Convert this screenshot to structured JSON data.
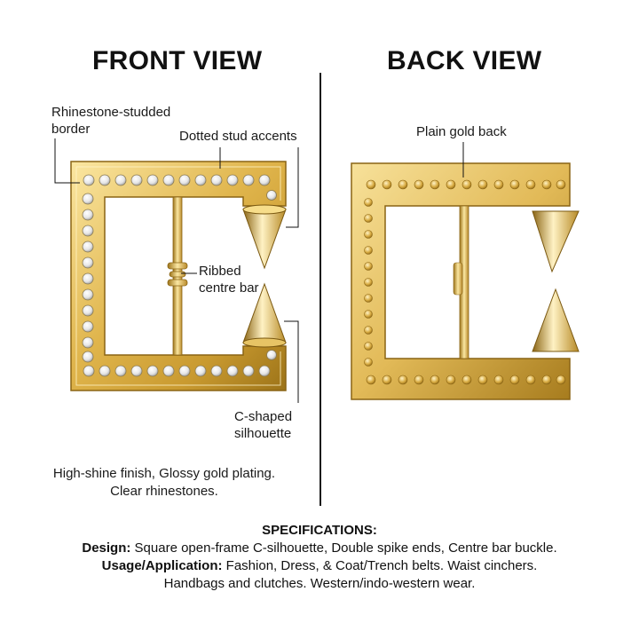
{
  "front": {
    "title": "FRONT VIEW",
    "labels": {
      "rhinestone_line1": "Rhinestone-studded",
      "rhinestone_line2": "border",
      "dotted": "Dotted stud accents",
      "ribbed_line1": "Ribbed",
      "ribbed_line2": "centre bar",
      "cshape_line1": "C-shaped",
      "cshape_line2": "silhouette"
    },
    "caption_line1": "High-shine finish, Glossy gold plating.",
    "caption_line2": "Clear rhinestones."
  },
  "back": {
    "title": "BACK VIEW",
    "label": "Plain gold back"
  },
  "specs": {
    "heading": "SPECIFICATIONS:",
    "design_label": "Design:",
    "design_value": " Square open-frame C-silhouette, Double spike ends, Centre bar buckle.",
    "usage_label": "Usage/Application:",
    "usage_value": " Fashion, Dress, & Coat/Trench belts. Waist cinchers.",
    "usage_line2": "Handbags and clutches. Western/indo-western wear."
  },
  "colors": {
    "gold_light": "#fbe7a2",
    "gold_mid": "#e0b54c",
    "gold_dark": "#9c7318",
    "stone": "#f2f2f2"
  }
}
